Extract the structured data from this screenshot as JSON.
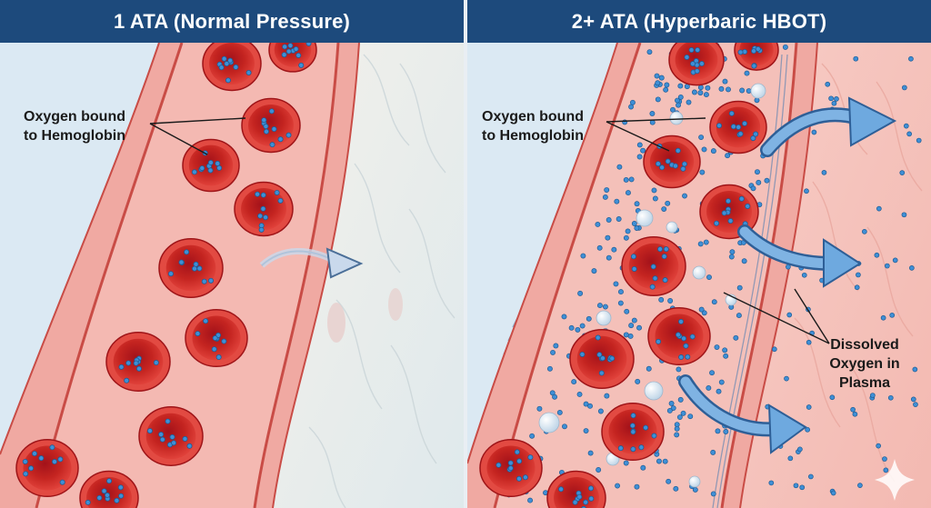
{
  "panels": [
    {
      "title": "1 ATA (Normal Pressure)",
      "labels": {
        "bound": [
          "Oxygen bound",
          "to Hemoglobin"
        ]
      }
    },
    {
      "title": "2+ ATA (Hyperbaric HBOT)",
      "labels": {
        "bound": [
          "Oxygen bound",
          "to Hemoglobin"
        ],
        "dissolved": [
          "Dissolved",
          "Oxygen in",
          "Plasma"
        ]
      }
    }
  ],
  "colors": {
    "header": "#1d4a7c",
    "cell": "#c8201f",
    "oxygen": "#3f8fd6",
    "arrow": "#5f9fd8",
    "plasma": "#f2b2ab",
    "tissue_normal": "#eef2f1",
    "tissue_hbot": "#f6c6c0"
  },
  "icons": [
    "red-blood-cell-icon",
    "oxygen-molecule-icon",
    "diffusion-arrow-icon",
    "sparkle-icon"
  ]
}
